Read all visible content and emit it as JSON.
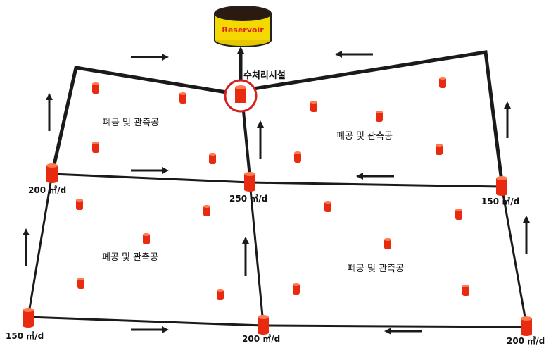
{
  "reservoir": {
    "label": "Reservoir",
    "fill_color": "#f5d800",
    "label_color": "#e02020"
  },
  "treatment_facility": {
    "label": "수처리시설",
    "highlight_color": "#d42020"
  },
  "zones": [
    {
      "label": "폐공 및 관측공"
    },
    {
      "label": "폐공 및 관측공"
    },
    {
      "label": "폐공 및 관측공"
    },
    {
      "label": "폐공 및 관측공"
    }
  ],
  "wells": [
    {
      "rate": "200 ㎥/d"
    },
    {
      "rate": "250 ㎥/d"
    },
    {
      "rate": "150 ㎥/d"
    },
    {
      "rate": "150 ㎥/d"
    },
    {
      "rate": "200 ㎥/d"
    },
    {
      "rate": "200 ㎥/d"
    }
  ],
  "colors": {
    "pipe": "#1a1a1a",
    "well": "#e82a10",
    "well_top": "#ff7a50",
    "observation_hole": "#e82a10"
  }
}
